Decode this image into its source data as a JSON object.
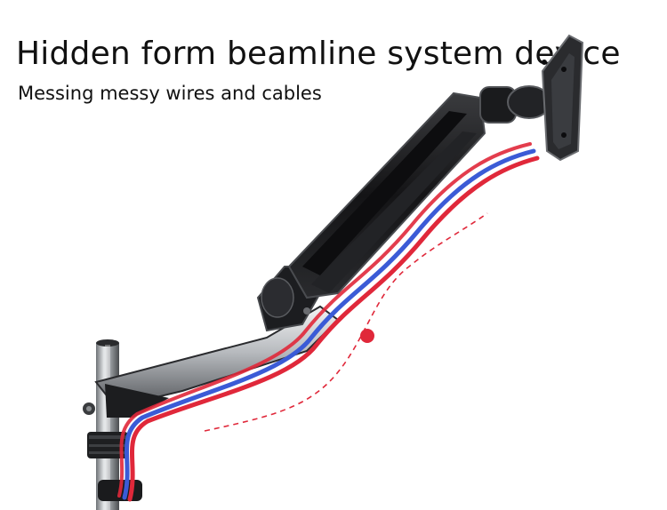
{
  "headline": "Hidden form beamline system device",
  "subline": "Messing messy wires and cables",
  "colors": {
    "background": "#ffffff",
    "arm": "#1a1a1c",
    "chrome": "#b9bcc0",
    "cable_red": "#e0283a",
    "cable_blue": "#3b5bd6",
    "guide_dashes": "#e0283a"
  },
  "icons": [
    "monitor-arm-illustration",
    "vesa-mount-plate",
    "pole-clamp",
    "cable-path-guide"
  ]
}
